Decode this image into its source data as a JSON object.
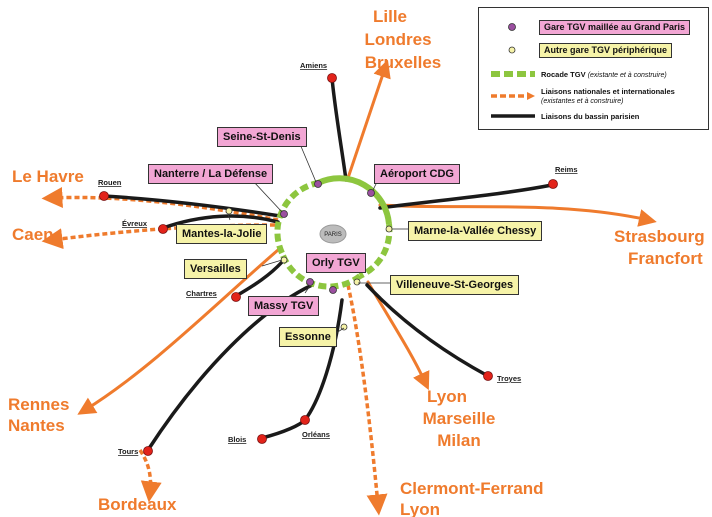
{
  "legend": {
    "maillee_label": "Gare TGV maillée au Grand Paris",
    "peripherique_label": "Autre gare TGV périphérique",
    "rocade_label": "Rocade TGV",
    "rocade_note": "(existante et à construire)",
    "liaisons_label": "Liaisons nationales et internationales",
    "liaisons_note": "(existantes et à construire)",
    "bassin_label": "Liaisons du bassin parisien"
  },
  "colors": {
    "green": "#8dc63f",
    "orange": "#ef7b2d",
    "pink": "#f2a6d4",
    "yellow": "#f6f3a8",
    "purple": "#9b4fa0",
    "red": "#e2231a"
  },
  "center": "PARIS",
  "destinations": {
    "lille": "Lille",
    "londres": "Londres",
    "bruxelles": "Bruxelles",
    "le_havre": "Le Havre",
    "caen": "Caen",
    "strasbourg": "Strasbourg",
    "francfort": "Francfort",
    "rennes": "Rennes",
    "nantes": "Nantes",
    "bordeaux": "Bordeaux",
    "lyon": "Lyon",
    "marseille": "Marseille",
    "milan": "Milan",
    "clermont": "Clermont-Ferrand",
    "lyon2": "Lyon"
  },
  "cities": {
    "amiens": "Amiens",
    "rouen": "Rouen",
    "evreux": "Évreux",
    "reims": "Reims",
    "chartres": "Chartres",
    "troyes": "Troyes",
    "tours": "Tours",
    "blois": "Blois",
    "orleans": "Orléans"
  },
  "stations": {
    "seine_st_denis": "Seine-St-Denis",
    "nanterre": "Nanterre / La Défense",
    "aeroport_cdg": "Aéroport CDG",
    "mantes": "Mantes-la-Jolie",
    "marne": "Marne-la-Vallée Chessy",
    "versailles": "Versailles",
    "orly": "Orly TGV",
    "villeneuve": "Villeneuve-St-Georges",
    "massy": "Massy TGV",
    "essonne": "Essonne"
  }
}
